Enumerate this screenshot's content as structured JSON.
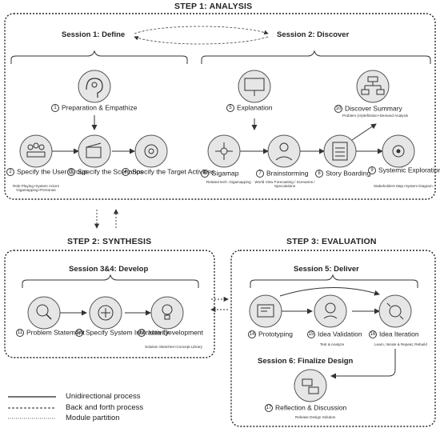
{
  "steps": {
    "analysis": "STEP 1: ANALYSIS",
    "synthesis": "STEP 2: SYNTHESIS",
    "evaluation": "STEP 3: EVALUATION"
  },
  "sessions": {
    "define": "Session 1: Define",
    "discover": "Session 2: Discover",
    "develop": "Session 3&4: Develop",
    "deliver": "Session 5: Deliver",
    "finalize": "Session 6: Finalize Design"
  },
  "nodes": [
    {
      "num": "1",
      "label": "Preparation & Empathize",
      "icon": "brain-icon"
    },
    {
      "num": "2",
      "label": "Specify the User Group",
      "sub": "Role Playing+System Actors Gigamapping+Personas",
      "icon": "user-group-icon"
    },
    {
      "num": "3",
      "label": "Specify the Scenarios",
      "icon": "clapperboard-icon"
    },
    {
      "num": "4",
      "label": "Specify the Target Activities",
      "icon": "target-activities-icon"
    },
    {
      "num": "5",
      "label": "Explanation",
      "icon": "presentation-icon"
    },
    {
      "num": "6",
      "label": "Gigamap",
      "sub": "Related tech. Gigamapping",
      "icon": "network-icon"
    },
    {
      "num": "7",
      "label": "Brainstorming",
      "sub": "World View Forecasting / Scenarios / Speculations",
      "icon": "brainstorm-icon"
    },
    {
      "num": "8",
      "label": "Story Boarding",
      "icon": "clipboard-icon"
    },
    {
      "num": "9",
      "label": "Systemic Exploration",
      "sub": "Stakeholders Map+System Diagram",
      "icon": "system-gear-icon"
    },
    {
      "num": "10",
      "label": "Discover Summary",
      "sub": "Problem (re)definition+Demand Analysis",
      "icon": "hierarchy-icon"
    },
    {
      "num": "11",
      "label": "Problem Statement",
      "icon": "problem-search-icon"
    },
    {
      "num": "12",
      "label": "Specify System Interactivity",
      "icon": "interactivity-icon"
    },
    {
      "num": "13",
      "label": "Idea Development",
      "sub": "Solution Sketches+Concept Library",
      "icon": "idea-bulb-icon"
    },
    {
      "num": "14",
      "label": "Prototyping",
      "icon": "prototype-icon"
    },
    {
      "num": "15",
      "label": "Idea Validation",
      "sub": "Test & Analyze",
      "icon": "validation-icon"
    },
    {
      "num": "16",
      "label": "Idea Iteration",
      "sub": "Learn, Iterate & Repeat, Rebuild",
      "icon": "iteration-icon"
    },
    {
      "num": "17",
      "label": "Reflection & Discussion",
      "sub": "Release Design Solution",
      "icon": "discussion-icon"
    }
  ],
  "legend": {
    "unidirectional": "Unidirectional process",
    "back_forth": "Back and forth process",
    "module": "Module partition"
  }
}
